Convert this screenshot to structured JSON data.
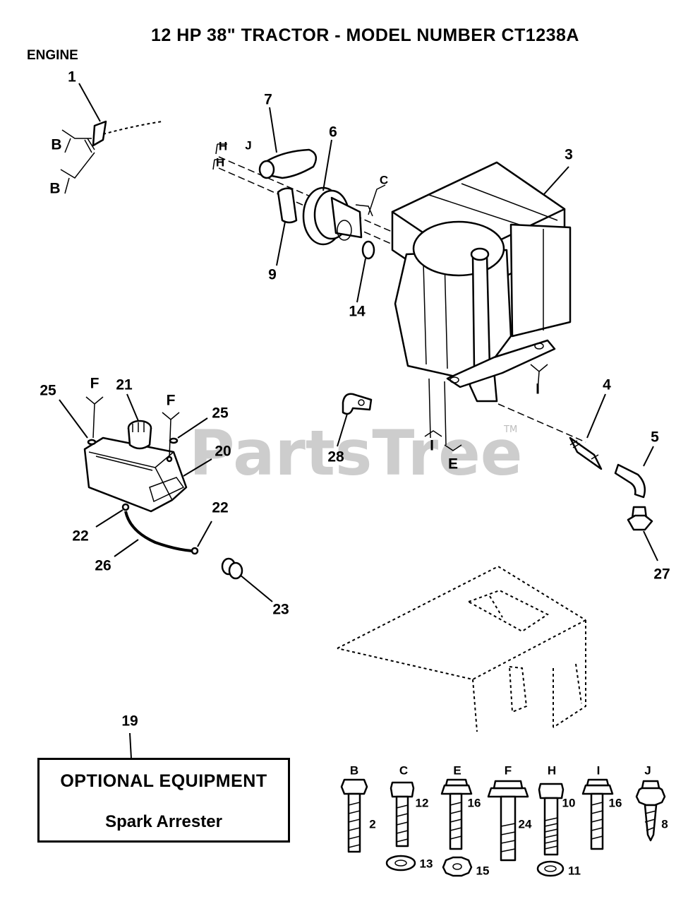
{
  "title": "12 HP 38\"  TRACTOR - MODEL NUMBER CT1238A",
  "section": "ENGINE",
  "watermark": "PartsTree",
  "watermark_tm": "TM",
  "optional_box": {
    "title": "OPTIONAL EQUIPMENT",
    "subtitle": "Spark Arrester"
  },
  "callouts": {
    "c1": "1",
    "c3": "3",
    "c4": "4",
    "c5": "5",
    "c6": "6",
    "c7": "7",
    "c9": "9",
    "c14": "14",
    "c19": "19",
    "c20": "20",
    "c21": "21",
    "c22a": "22",
    "c22b": "22",
    "c23": "23",
    "c25a": "25",
    "c25b": "25",
    "c26": "26",
    "c27": "27",
    "c28": "28"
  },
  "refs": {
    "b1": "B",
    "b2": "B",
    "h1": "H",
    "h2": "H",
    "j": "J",
    "c": "C",
    "f1": "F",
    "f2": "F",
    "i1": "I",
    "i2": "I",
    "e": "E"
  },
  "hardware": [
    {
      "letter": "B",
      "qty": "2"
    },
    {
      "letter": "C",
      "qty": "12",
      "washer": "13"
    },
    {
      "letter": "E",
      "qty": "16",
      "washer": "15"
    },
    {
      "letter": "F",
      "qty": "24"
    },
    {
      "letter": "H",
      "qty": "10",
      "washer": "11"
    },
    {
      "letter": "I",
      "qty": "16"
    },
    {
      "letter": "J",
      "qty": "8"
    }
  ]
}
